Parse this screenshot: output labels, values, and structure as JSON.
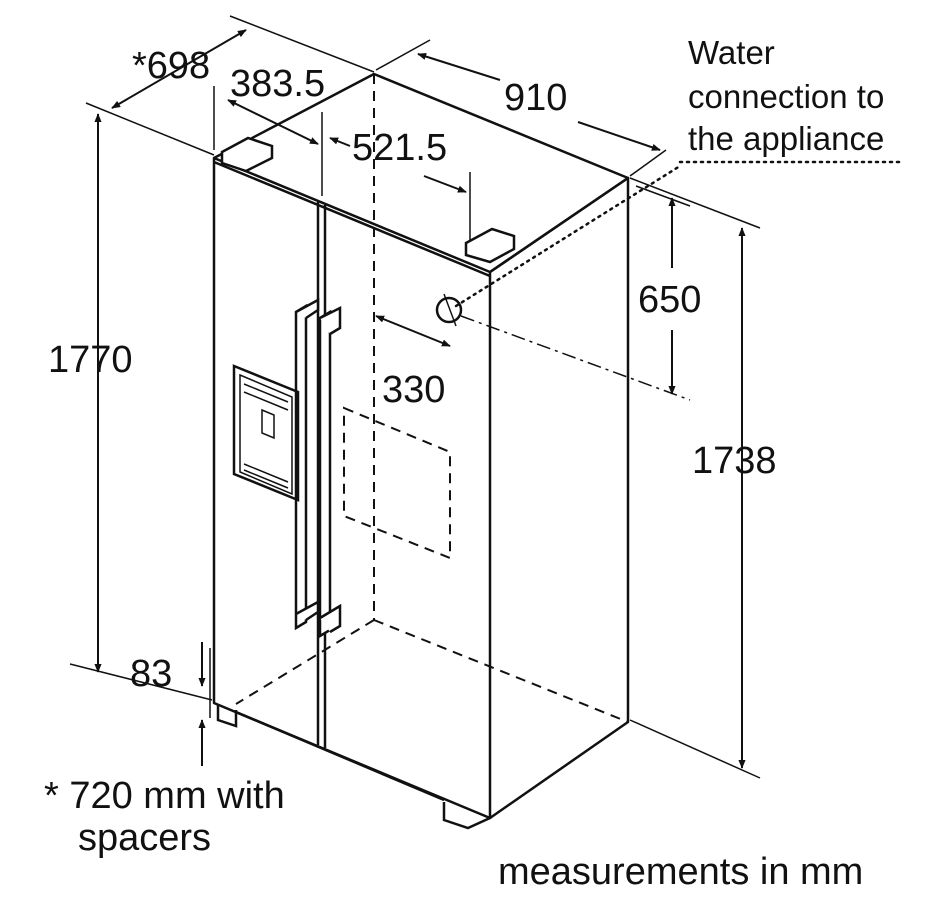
{
  "dimensions": {
    "depth_with_spacers": "*698",
    "depth_door_offset": "383.5",
    "width": "910",
    "water_offset_depth": "521.5",
    "water_height_from_top": "650",
    "water_offset_side": "330",
    "total_height": "1770",
    "body_height": "1738",
    "plinth_height": "83"
  },
  "notes": {
    "water_line1": "Water",
    "water_line2": "connection to",
    "water_line3": "the appliance",
    "footnote_line1": "* 720 mm with",
    "footnote_line2": "spacers",
    "units": "measurements in mm"
  }
}
